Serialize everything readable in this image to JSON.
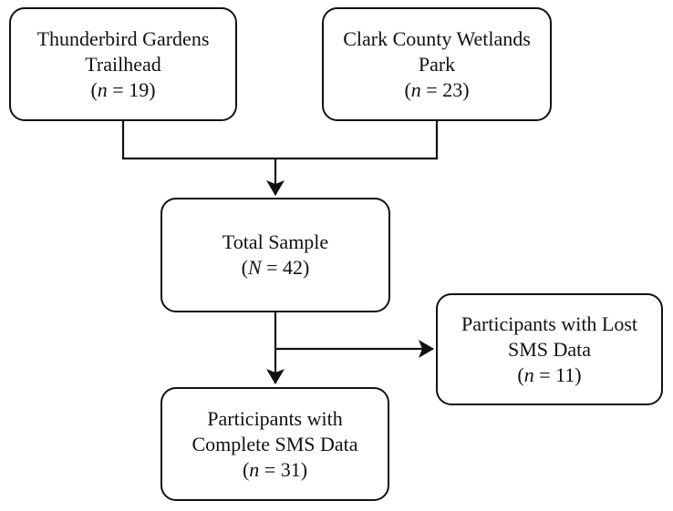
{
  "colors": {
    "line": "#111111",
    "node_fill": "#ffffff",
    "background": "#ffffff"
  },
  "nodes": {
    "thunderbird": {
      "line1": "Thunderbird Gardens",
      "line2": "Trailhead",
      "stat": {
        "prefix": "(",
        "var": "n",
        "suffix": " = 19)"
      }
    },
    "clark": {
      "line1": "Clark County Wetlands",
      "line2": "Park",
      "stat": {
        "prefix": "(",
        "var": "n",
        "suffix": " = 23)"
      }
    },
    "total": {
      "line1": "Total Sample",
      "stat": {
        "prefix": "(",
        "var": "N",
        "suffix": " = 42)"
      }
    },
    "lost": {
      "line1": "Participants with Lost",
      "line2": "SMS Data",
      "stat": {
        "prefix": "(",
        "var": "n",
        "suffix": " = 11)"
      }
    },
    "complete": {
      "line1": "Participants with",
      "line2": "Complete SMS Data",
      "stat": {
        "prefix": "(",
        "var": "n",
        "suffix": " = 31)"
      }
    }
  }
}
